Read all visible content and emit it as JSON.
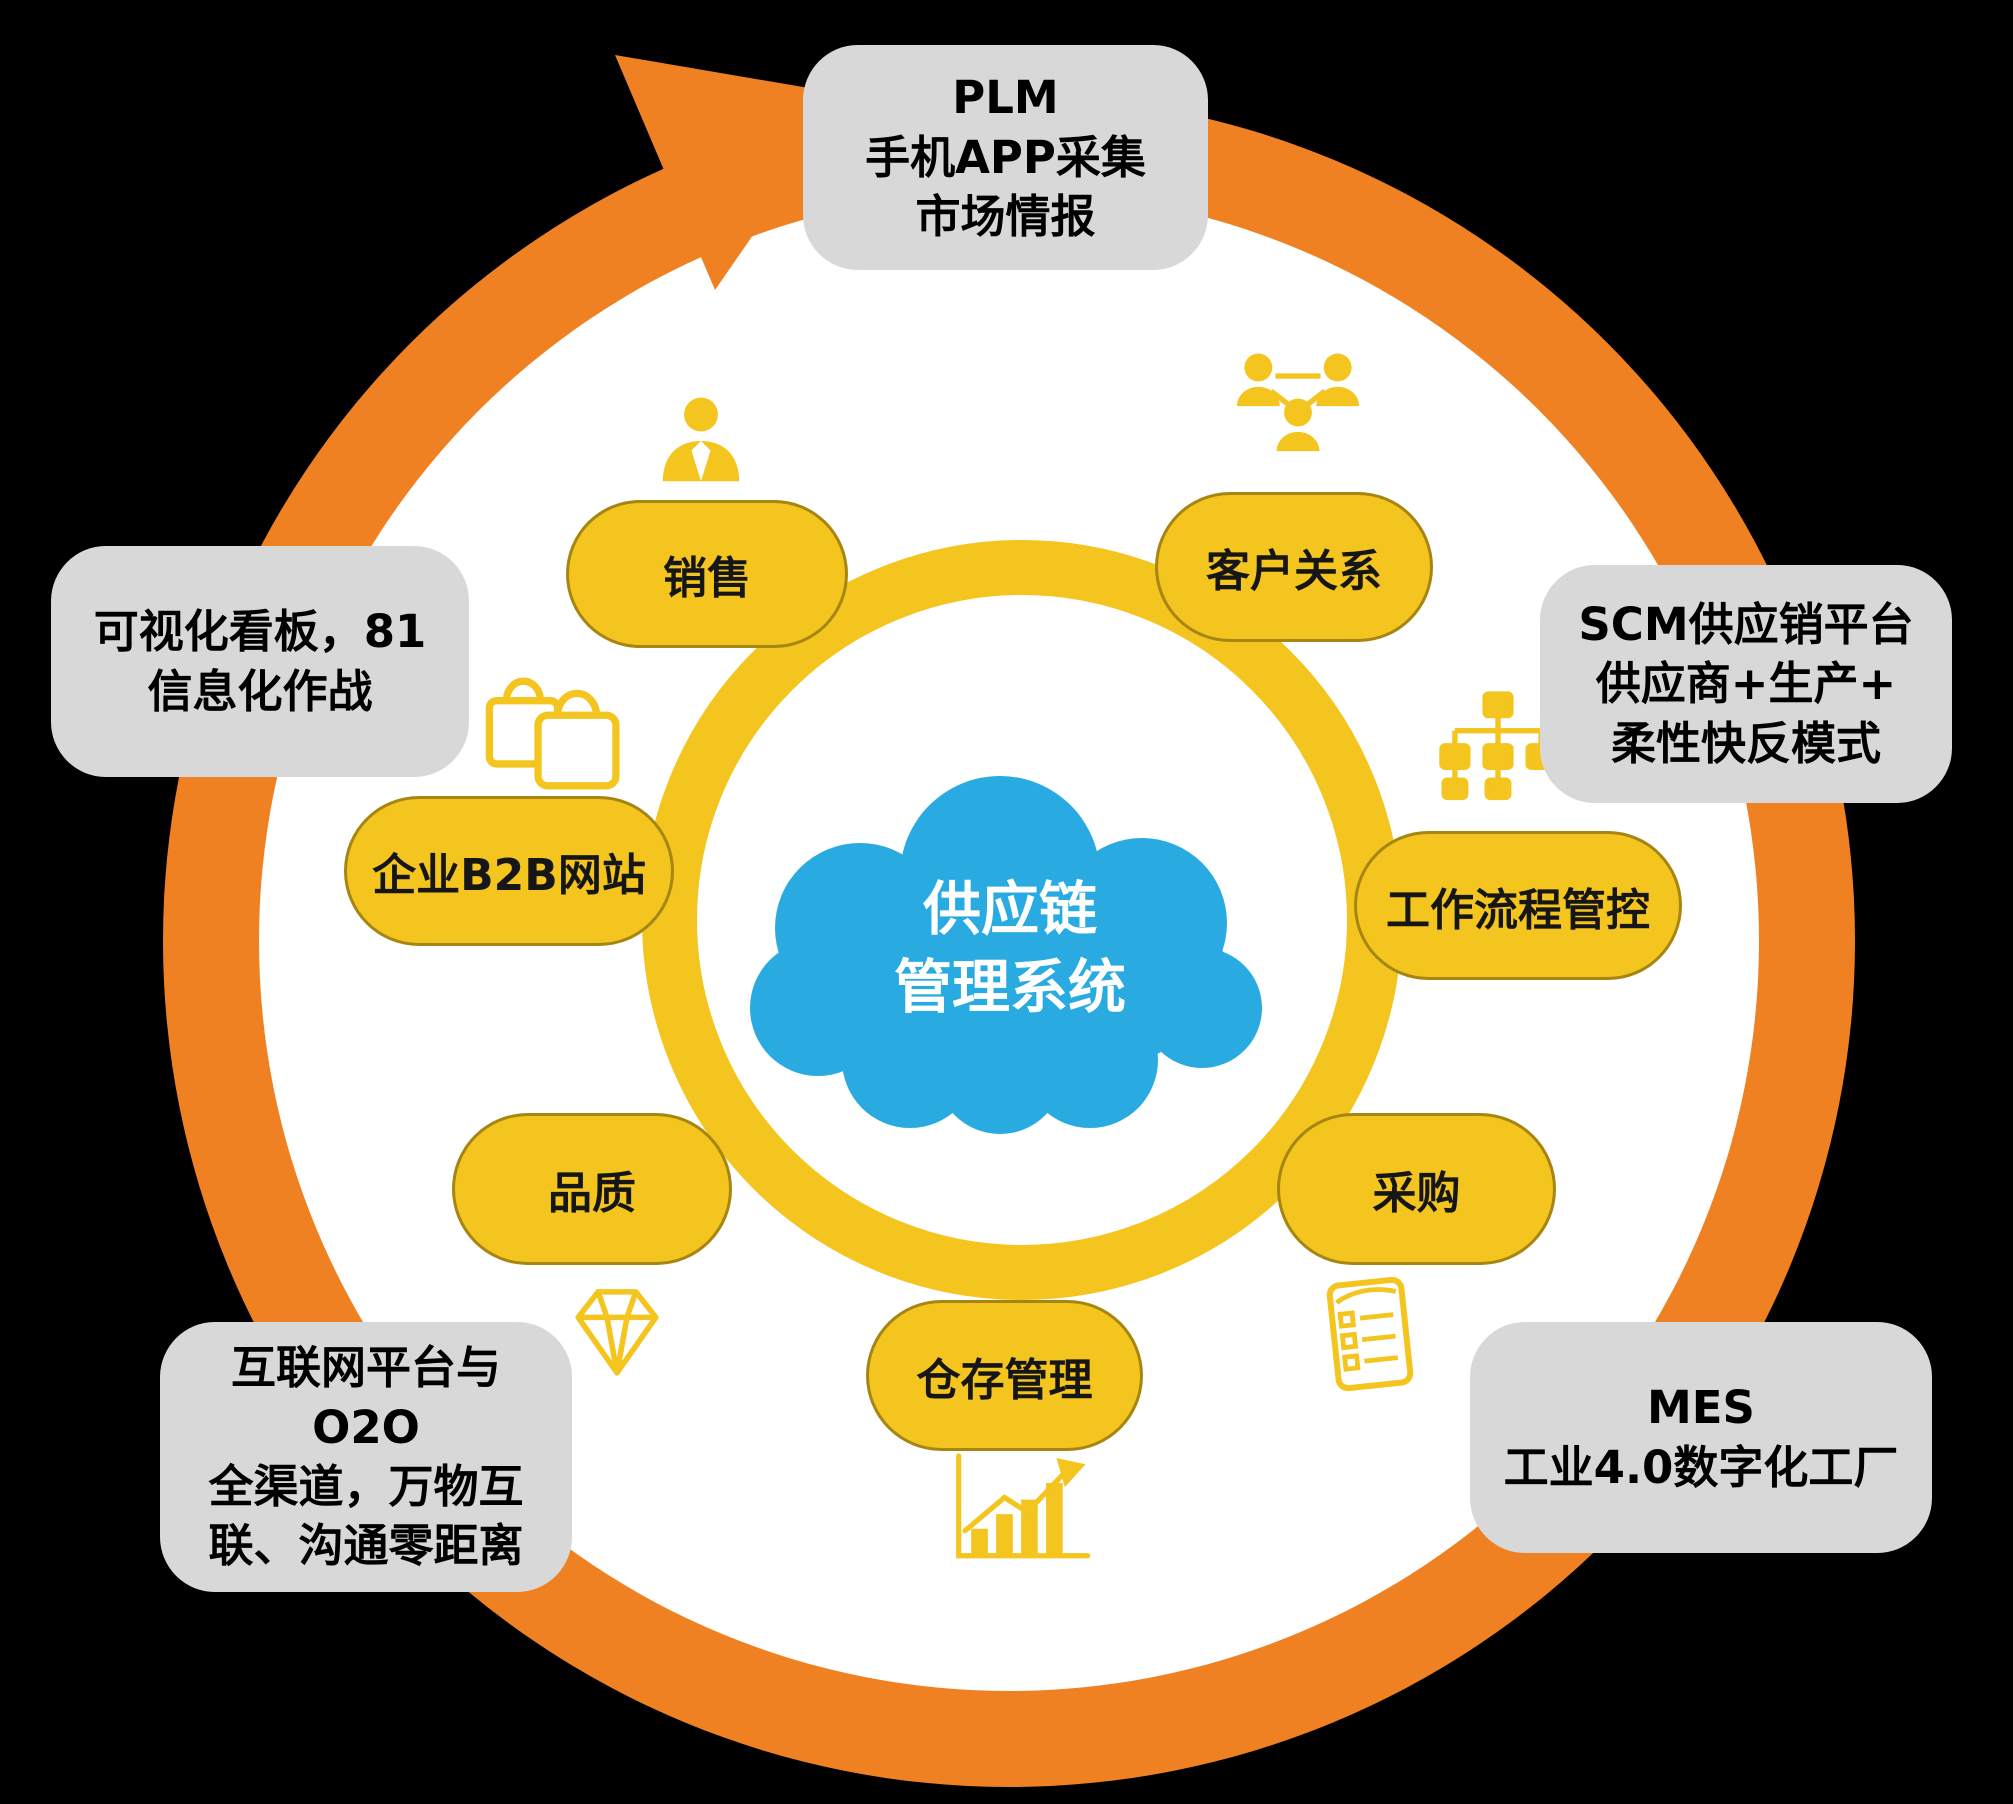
{
  "colors": {
    "background": "#000000",
    "cycle_ring_orange": "#F08122",
    "accent_yellow": "#F4C51F",
    "cloud_blue": "#29ABE2",
    "callout_gray": "#D8D8D8",
    "text_dark": "#161616",
    "text_white": "#FFFFFF"
  },
  "center_cloud": {
    "line1": "供应链",
    "line2": "管理系统"
  },
  "nodes": [
    {
      "id": "sales",
      "label": "销售"
    },
    {
      "id": "customer-relations",
      "label": "客户关系"
    },
    {
      "id": "b2b-website",
      "label": "企业B2B网站"
    },
    {
      "id": "workflow-control",
      "label": "工作流程管控"
    },
    {
      "id": "quality",
      "label": "品质"
    },
    {
      "id": "procurement",
      "label": "采购"
    },
    {
      "id": "warehouse-management",
      "label": "仓存管理"
    }
  ],
  "callouts": [
    {
      "id": "plm",
      "lines": [
        "PLM",
        "手机APP采集",
        "市场情报"
      ]
    },
    {
      "id": "kanban-bi",
      "lines": [
        "可视化看板，81",
        "信息化作战"
      ]
    },
    {
      "id": "scm",
      "lines": [
        "SCM供应销平台",
        "供应商+生产+",
        "柔性快反模式"
      ]
    },
    {
      "id": "o2o",
      "lines": [
        "互联网平台与O2O",
        "全渠道，万物互",
        "联、沟通零距离"
      ]
    },
    {
      "id": "mes",
      "lines": [
        "MES",
        "工业4.0数字化工厂"
      ]
    }
  ],
  "icons": {
    "sales": "salesperson-icon",
    "customer_relations": "customer-network-icon",
    "b2b": "shopping-bags-icon",
    "workflow": "workflow-tree-icon",
    "quality": "diamond-icon",
    "procurement": "checklist-icon",
    "warehouse": "growth-chart-icon"
  }
}
